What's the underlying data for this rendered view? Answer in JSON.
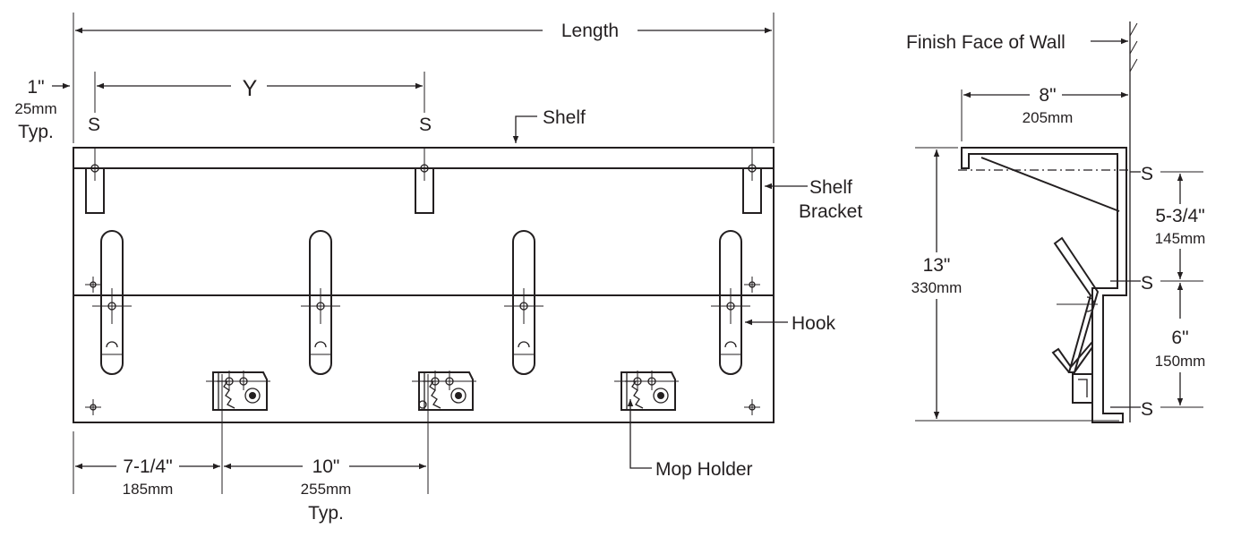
{
  "front_view": {
    "length_label": "Length",
    "y_label": "Y",
    "side_offset": {
      "imperial": "1\"",
      "metric": "25mm",
      "note": "Typ."
    },
    "s_marks": [
      "S",
      "S"
    ],
    "shelf_label": "Shelf",
    "bracket_label_line1": "Shelf",
    "bracket_label_line2": "Bracket",
    "hook_label": "Hook",
    "mop_holder_label": "Mop Holder",
    "left_dim": {
      "imperial": "7-1/4\"",
      "metric": "185mm"
    },
    "spacing_dim": {
      "imperial": "10\"",
      "metric": "255mm",
      "note": "Typ."
    }
  },
  "side_view": {
    "wall_label": "Finish Face of Wall",
    "depth": {
      "imperial": "8\"",
      "metric": "205mm"
    },
    "height": {
      "imperial": "13\"",
      "metric": "330mm"
    },
    "upper_spacing": {
      "imperial": "5-3/4\"",
      "metric": "145mm"
    },
    "lower_spacing": {
      "imperial": "6\"",
      "metric": "150mm"
    },
    "s_marks": [
      "S",
      "S",
      "S"
    ]
  }
}
